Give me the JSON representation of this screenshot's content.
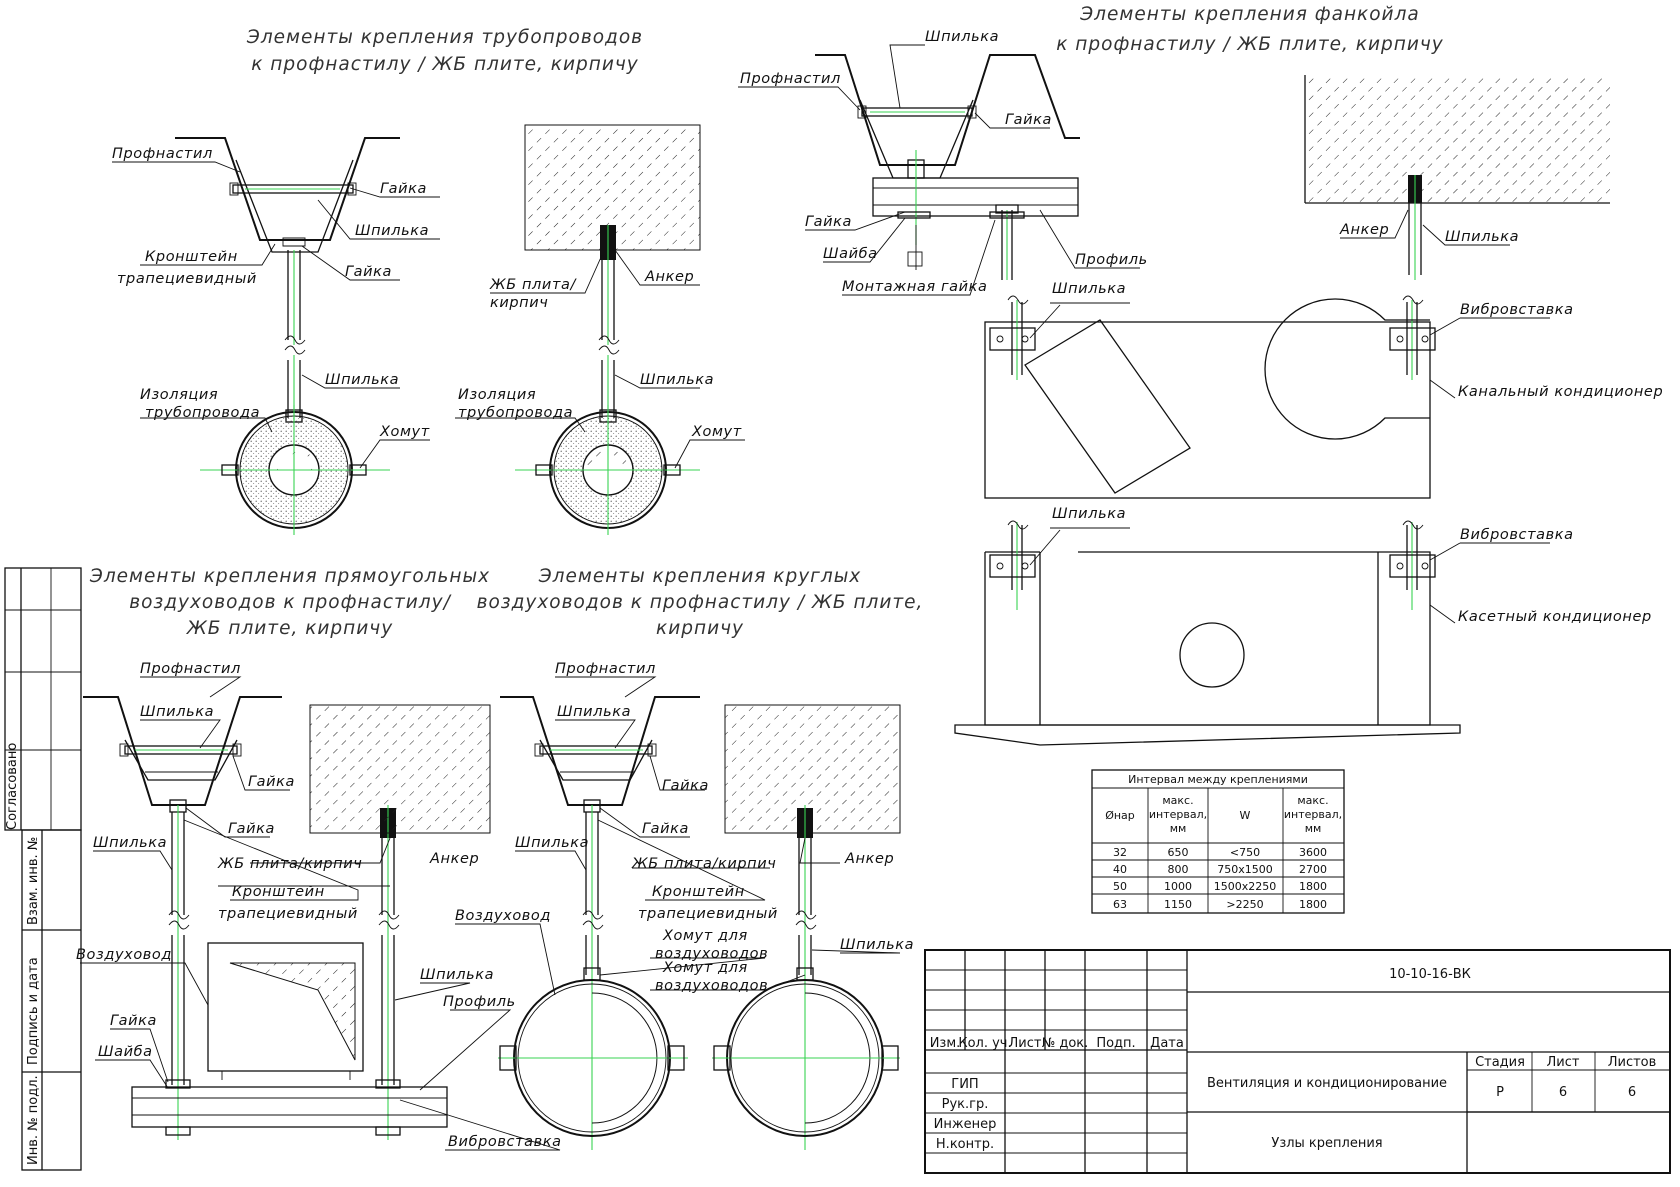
{
  "titles": {
    "pipes_l1": "Элементы крепления трубопроводов",
    "pipes_l2": "к профнастилу / ЖБ плите, кирпичу",
    "fancoil_l1": "Элементы крепления фанкойла",
    "fancoil_l2": "к профнастилу / ЖБ плите, кирпичу",
    "rect_l1": "Элементы крепления прямоугольных",
    "rect_l2": "воздуховодов к профнастилу/",
    "rect_l3": "ЖБ плите, кирпичу",
    "round_l1": "Элементы крепления круглых",
    "round_l2": "воздуховодов к профнастилу / ЖБ плите,",
    "round_l3": "кирпичу"
  },
  "labels": {
    "profnastil": "Профнастил",
    "gayka": "Гайка",
    "shpilka": "Шпилька",
    "kronshtein1": "Кронштейн",
    "kronshtein2": "трапециевидный",
    "izol1": "Изоляция",
    "izol2": "трубопровода",
    "homut": "Хомут",
    "zhb1": "ЖБ плита/",
    "zhb2": "кирпич",
    "zhb_line": "ЖБ плита/кирпич",
    "anker": "Анкер",
    "shaiba": "Шайба",
    "mont_gayka": "Монтажная гайка",
    "profil": "Профиль",
    "vibro": "Вибровставка",
    "kanal": "Канальный кондиционер",
    "kaset": "Касетный кондиционер",
    "vozduhovod": "Воздуховод",
    "homut_vozd1": "Хомут для",
    "homut_vozd2": "воздуховодов"
  },
  "interval_table": {
    "title": "Интервал между креплениями",
    "headers": [
      "Øнар",
      "макс. интервал, мм",
      "W",
      "макс. интервал, мм"
    ],
    "rows": [
      [
        "32",
        "650",
        "<750",
        "3600"
      ],
      [
        "40",
        "800",
        "750x1500",
        "2700"
      ],
      [
        "50",
        "1000",
        "1500x2250",
        "1800"
      ],
      [
        "63",
        "1150",
        ">2250",
        "1800"
      ]
    ]
  },
  "stamp": {
    "code": "10-10-16-ВК",
    "cols": [
      "Изм.",
      "Кол. уч.",
      "Лист",
      "№ док.",
      "Подп.",
      "Дата"
    ],
    "roles": [
      "ГИП",
      "Рук.гр.",
      "Инженер",
      "Н.контр."
    ],
    "project": "Вентиляция и кондиционирование",
    "sheet_title": "Узлы крепления",
    "stage_h": "Стадия",
    "sheet_h": "Лист",
    "sheets_h": "Листов",
    "stage": "Р",
    "sheet": "6",
    "sheets": "6"
  },
  "side_stamp": {
    "agreed": "Согласовано",
    "vzam": "Взам. инв. №",
    "podpis": "Подпись и дата",
    "inv": "Инв. № подл."
  }
}
